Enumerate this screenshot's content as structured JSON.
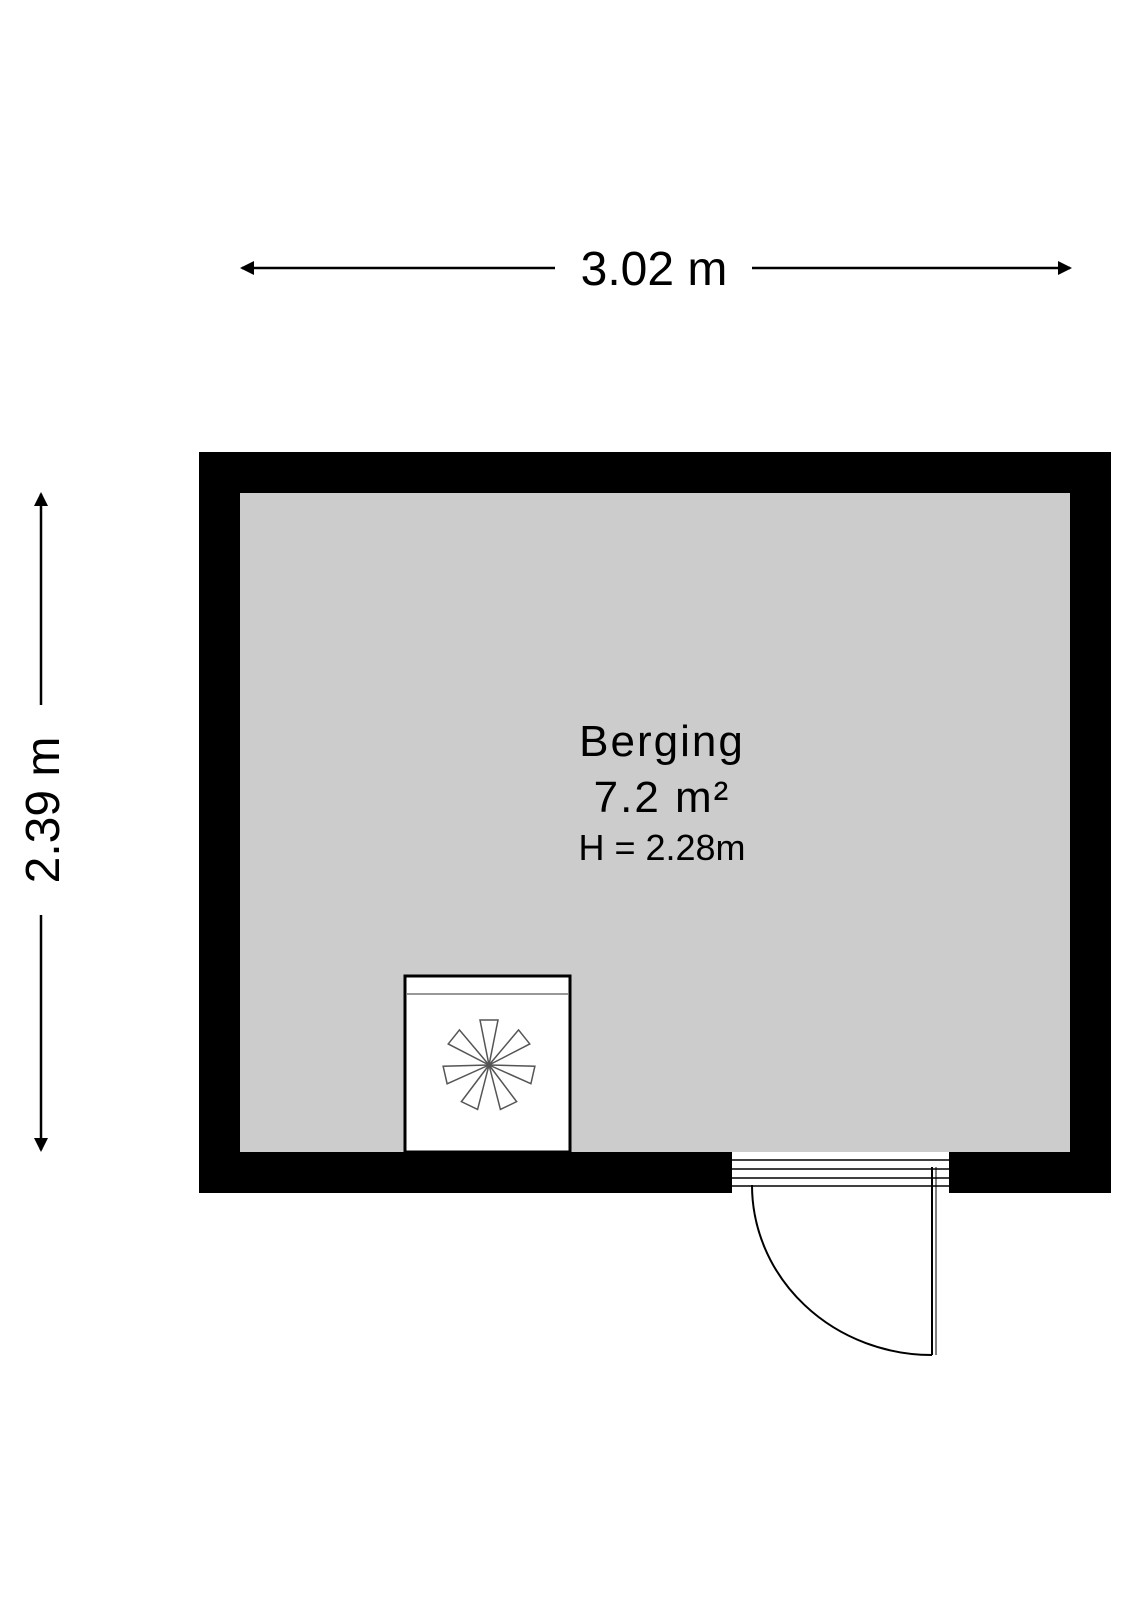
{
  "dimensions": {
    "width": "3.02 m",
    "height": "2.39 m"
  },
  "room": {
    "name": "Berging",
    "area": "7.2 m²",
    "ceiling_height": "H = 2.28m"
  },
  "colors": {
    "wall": "#000000",
    "floor": "#cccccc",
    "fixture": "#ffffff",
    "line": "#000000"
  },
  "icons": {
    "appliance": "washing-machine-icon",
    "door": "door-swing-icon"
  }
}
